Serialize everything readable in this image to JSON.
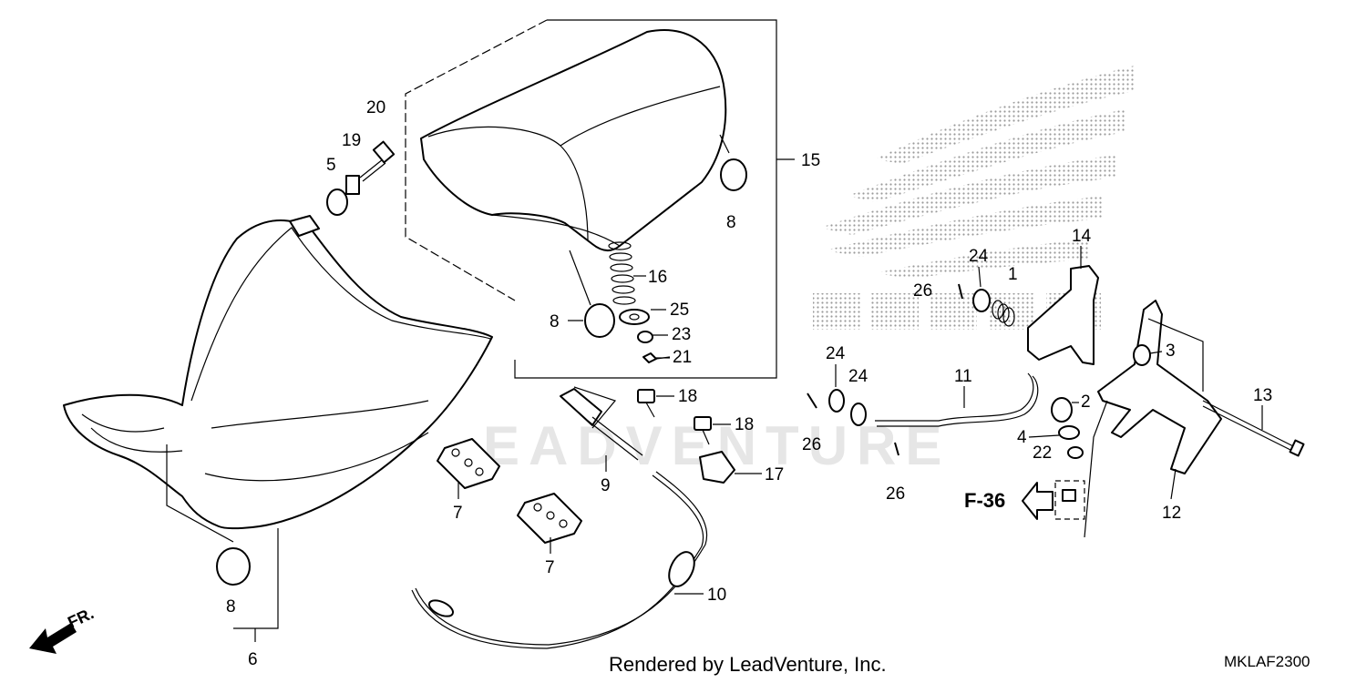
{
  "diagram": {
    "part_callouts": [
      "1",
      "2",
      "3",
      "4",
      "5",
      "6",
      "7",
      "7",
      "8",
      "8",
      "8",
      "9",
      "10",
      "11",
      "12",
      "13",
      "14",
      "15",
      "16",
      "17",
      "18",
      "18",
      "19",
      "20",
      "21",
      "22",
      "23",
      "24",
      "24",
      "24",
      "25",
      "26",
      "26",
      "26"
    ],
    "reference": "F-36",
    "front_indicator": "FR.",
    "watermark": "EADVENTURE",
    "footer_text": "Rendered by LeadVenture, Inc.",
    "diagram_code": "MKLAF2300"
  }
}
